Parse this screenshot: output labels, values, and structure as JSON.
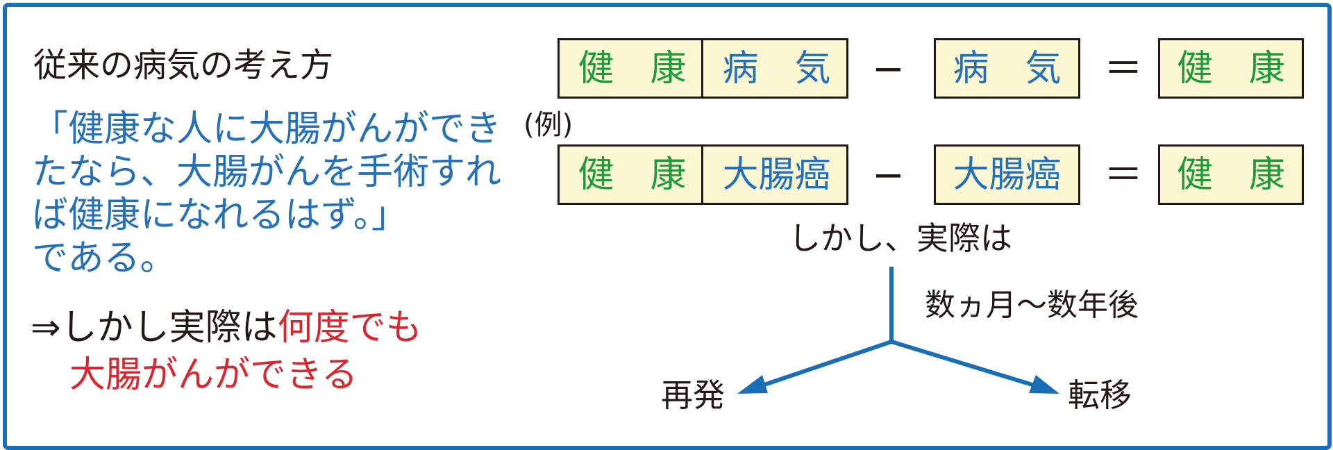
{
  "heading": "従来の病気の考え方",
  "quote_lines": [
    "「健康な人に大腸がんができ",
    "たなら、大腸がんを手術すれ",
    "ば健康になれるはず。」",
    "である。"
  ],
  "conclusion": {
    "arrow": "⇒",
    "line1_black": "しかし実際は",
    "line1_red": "何度でも",
    "line2_red": "大腸がんができる"
  },
  "equation_top": {
    "healthy": "健　康",
    "disease": "病　気",
    "minus": "−",
    "subtracted": "病　気",
    "equals": "＝",
    "result": "健　康"
  },
  "example_label": "(例)",
  "equation_example": {
    "healthy": "健　康",
    "disease": "大腸癌",
    "minus": "−",
    "subtracted": "大腸癌",
    "equals": "＝",
    "result": "健　康"
  },
  "reality_label": "しかし、実際は",
  "timeline_label": "数ヵ月〜数年後",
  "branch_left": "再発",
  "branch_right": "転移",
  "colors": {
    "frame": "#1a6eb6",
    "box_fill": "#fcf7d3",
    "healthy_text": "#1f9a3b",
    "disease_text": "#2570b6",
    "emphasis_red": "#d7282f",
    "arrow": "#1a6eb6"
  }
}
